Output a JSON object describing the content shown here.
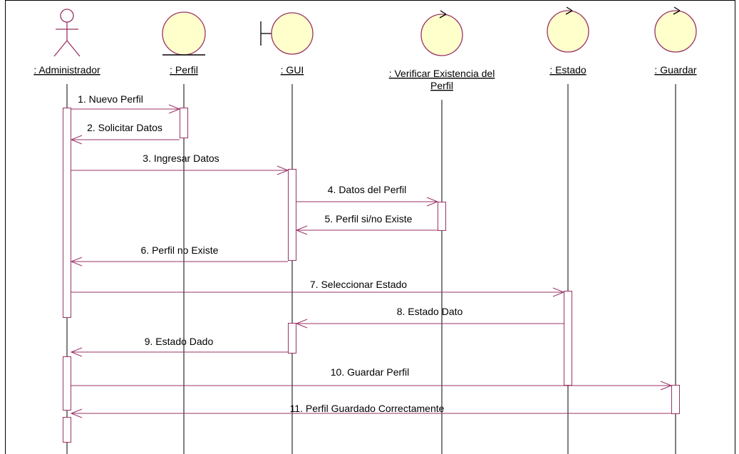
{
  "colors": {
    "object_fill": "#ffffcc",
    "line": "#993366",
    "text": "#000000"
  },
  "lifelines": [
    {
      "id": "administrador",
      "label": ": Administrador",
      "icon": "actor-icon"
    },
    {
      "id": "perfil",
      "label": ": Perfil",
      "icon": "entity-icon"
    },
    {
      "id": "gui",
      "label": ": GUI",
      "icon": "boundary-icon"
    },
    {
      "id": "verificar",
      "label_lines": [
        ": Verificar Existencia del",
        "Perfil"
      ],
      "icon": "control-icon"
    },
    {
      "id": "estado",
      "label": ": Estado",
      "icon": "control-icon"
    },
    {
      "id": "guardar",
      "label": ": Guardar",
      "icon": "control-icon"
    }
  ],
  "messages": [
    {
      "label": "1. Nuevo Perfil",
      "from": "administrador",
      "to": "perfil"
    },
    {
      "label": "2. Solicitar Datos",
      "from": "perfil",
      "to": "administrador"
    },
    {
      "label": "3. Ingresar Datos",
      "from": "administrador",
      "to": "gui"
    },
    {
      "label": "4. Datos del Perfil",
      "from": "gui",
      "to": "verificar"
    },
    {
      "label": "5. Perfil si/no Existe",
      "from": "verificar",
      "to": "gui"
    },
    {
      "label": "6. Perfil no Existe",
      "from": "gui",
      "to": "administrador"
    },
    {
      "label": "7. Seleccionar Estado",
      "from": "administrador",
      "to": "estado"
    },
    {
      "label": "8. Estado Dato",
      "from": "estado",
      "to": "gui"
    },
    {
      "label": "9. Estado Dado",
      "from": "gui",
      "to": "administrador"
    },
    {
      "label": "10. Guardar Perfil",
      "from": "administrador",
      "to": "guardar"
    },
    {
      "label": "11. Perfil Guardado Correctamente",
      "from": "guardar",
      "to": "administrador"
    }
  ]
}
